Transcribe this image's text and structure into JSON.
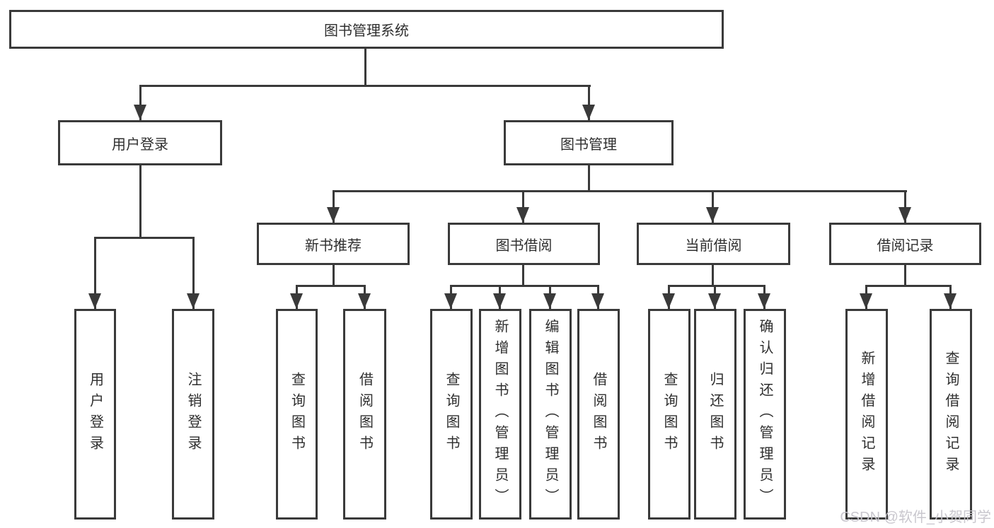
{
  "root": {
    "label": "图书管理系统"
  },
  "branches": {
    "user_login": {
      "label": "用户登录",
      "children": [
        {
          "label": "用户登录"
        },
        {
          "label": "注销登录"
        }
      ]
    },
    "book_management": {
      "label": "图书管理",
      "children": [
        {
          "label": "新书推荐",
          "children": [
            {
              "label": "查询图书"
            },
            {
              "label": "借阅图书"
            }
          ]
        },
        {
          "label": "图书借阅",
          "children": [
            {
              "label": "查询图书"
            },
            {
              "label": "新增图书（管理员）"
            },
            {
              "label": "编辑图书（管理员）"
            },
            {
              "label": "借阅图书"
            }
          ]
        },
        {
          "label": "当前借阅",
          "children": [
            {
              "label": "查询图书"
            },
            {
              "label": "归还图书"
            },
            {
              "label": "确认归还（管理员）"
            }
          ]
        },
        {
          "label": "借阅记录",
          "children": [
            {
              "label": "新增借阅记录"
            },
            {
              "label": "查询借阅记录"
            }
          ]
        }
      ]
    }
  },
  "watermark": {
    "text": "CSDN @软件_小贺同学"
  },
  "colors": {
    "line": "#3a3a3a",
    "text": "#2f2f2f",
    "watermark": "#c6c4cb",
    "background": "#ffffff"
  }
}
